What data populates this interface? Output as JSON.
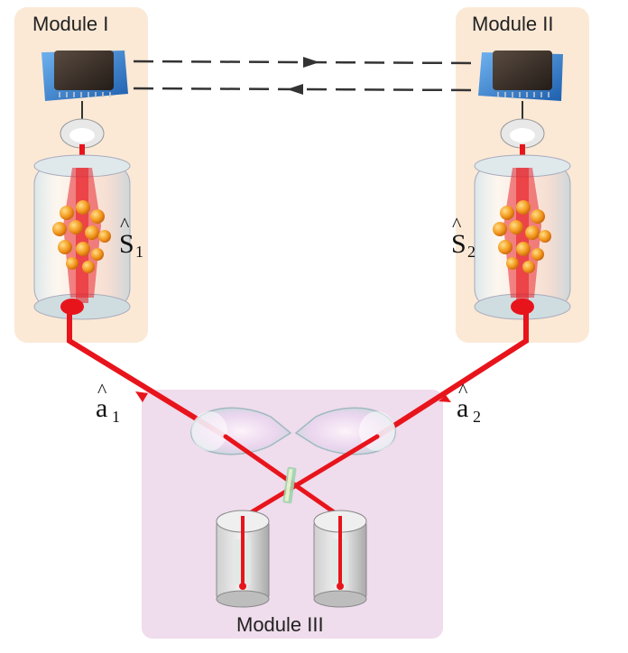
{
  "modules": {
    "one": {
      "label": "Module I"
    },
    "two": {
      "label": "Module II"
    },
    "three": {
      "label": "Module III"
    }
  },
  "operators": {
    "s1": {
      "symbol": "S",
      "subscript": "1",
      "hat": "^"
    },
    "s2": {
      "symbol": "S",
      "subscript": "2",
      "hat": "^"
    },
    "a1": {
      "symbol": "a",
      "subscript": "1",
      "hat": "^"
    },
    "a2": {
      "symbol": "a",
      "subscript": "2",
      "hat": "^"
    }
  },
  "colors": {
    "module_bg": "#fbe9d6",
    "module3_bg": "#efdcec",
    "laser": "#e8141c",
    "chip_body": "#3a302b",
    "chip_board": "#2f7fd0",
    "classical_link": "#333333",
    "atom": "#f39a1e"
  },
  "icons": {
    "chip": "processor-chip-icon",
    "cell": "atomic-vapor-cell-icon",
    "lens": "parabolic-mirror-icon",
    "detector": "photodetector-icon",
    "beam_splitter": "beam-splitter-icon"
  }
}
